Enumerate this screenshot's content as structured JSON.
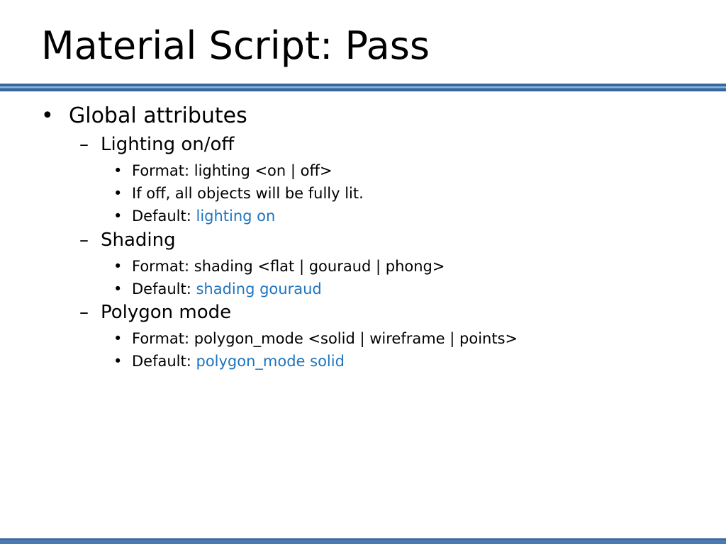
{
  "slide": {
    "title": "Material Script: Pass",
    "colors": {
      "rule": "#4b79b4",
      "accent": "#1e74c0"
    },
    "bullet": "•",
    "dash": "–",
    "items": {
      "global": "Global attributes",
      "lighting": {
        "heading": "Lighting on/off",
        "format": "Format: lighting <on | off>",
        "note": "If off, all objects will be fully lit.",
        "default_label": "Default: ",
        "default_value": "lighting on"
      },
      "shading": {
        "heading": "Shading",
        "format": "Format: shading <flat | gouraud | phong>",
        "default_label": "Default: ",
        "default_value": "shading gouraud"
      },
      "polygon": {
        "heading": "Polygon mode",
        "format": "Format: polygon_mode <solid | wireframe | points>",
        "default_label": "Default: ",
        "default_value": "polygon_mode solid"
      }
    }
  }
}
